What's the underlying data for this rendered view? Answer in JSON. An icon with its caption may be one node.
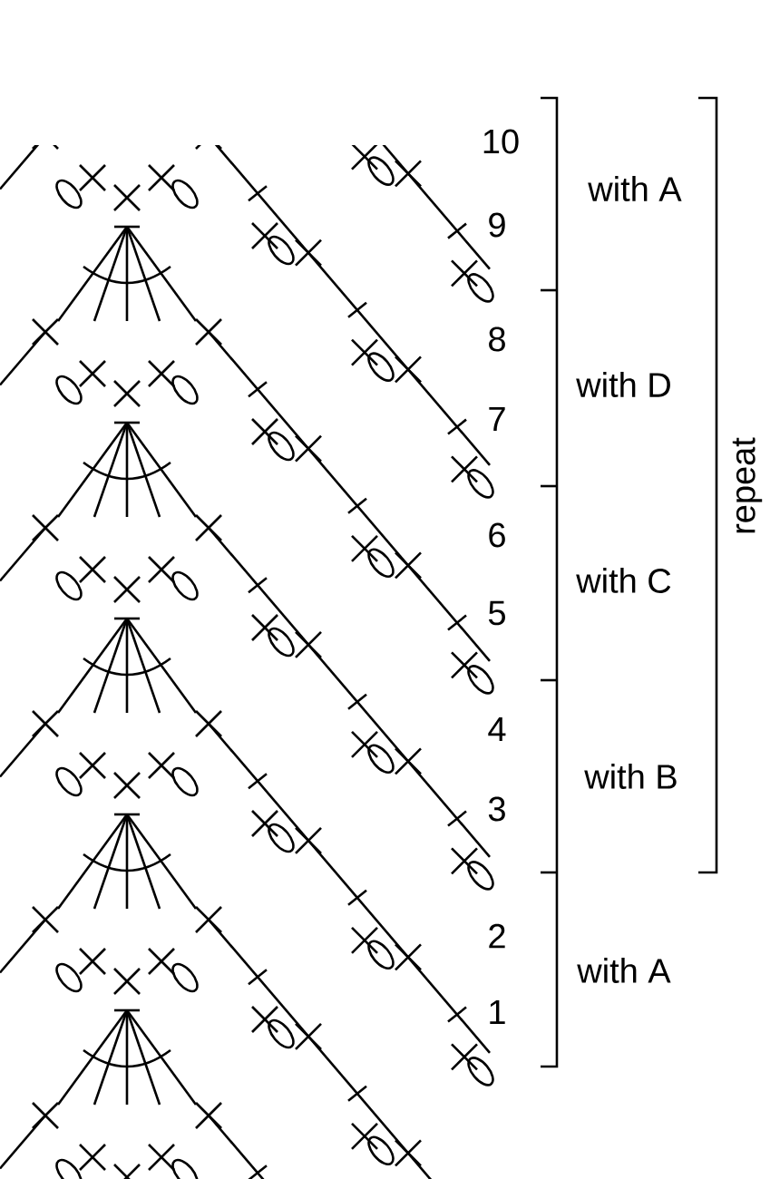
{
  "diagram": {
    "labels": [
      "10",
      "with A",
      "9",
      "8",
      "with D",
      "7",
      "6",
      "with C",
      "5",
      "4",
      "with B",
      "3",
      "2",
      "with A",
      "1",
      "repeat"
    ]
  }
}
